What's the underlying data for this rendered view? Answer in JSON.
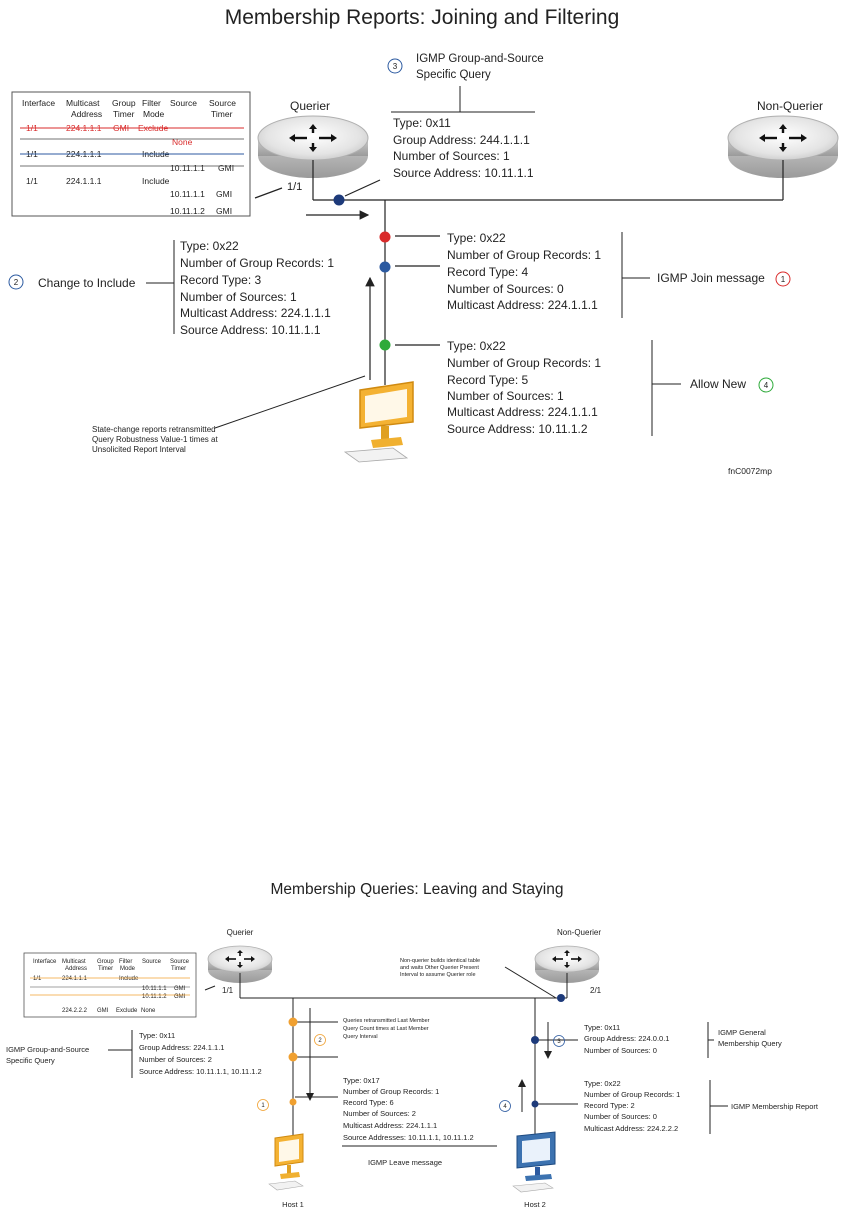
{
  "top": {
    "title": "Membership Reports: Joining and Filtering",
    "figure_id": "fnC0072mp",
    "querier_label": "Querier",
    "nonquerier_label": "Non-Querier",
    "port_label": "1/1",
    "table": {
      "headers": [
        [
          "Interface",
          ""
        ],
        [
          "Multicast",
          "Address"
        ],
        [
          "Group",
          "Timer"
        ],
        [
          "Filter",
          "Mode"
        ],
        [
          "Source",
          ""
        ],
        [
          "Source",
          "Timer"
        ]
      ],
      "row1": {
        "iface": "1/1",
        "addr": "224.1.1.1",
        "timer": "GMI",
        "mode": "Exclude",
        "source": "None"
      },
      "row2": {
        "iface": "1/1",
        "addr": "224.1.1.1",
        "mode": "Include",
        "source": "10.11.1.1",
        "stimer": "GMI"
      },
      "row3": {
        "iface": "1/1",
        "addr": "224.1.1.1",
        "mode": "Include",
        "source1": "10.11.1.1",
        "stimer1": "GMI",
        "source2": "10.11.1.2",
        "stimer2": "GMI"
      }
    },
    "query3": {
      "num": "3",
      "title_l1": "IGMP Group-and-Source",
      "title_l2": "Specific Query",
      "lines": [
        "Type: 0x11",
        "Group Address: 244.1.1.1",
        "Number of Sources: 1",
        "Source Address: 10.11.1.1"
      ]
    },
    "change2": {
      "num": "2",
      "label": "Change to Include",
      "lines": [
        "Type: 0x22",
        "Number of Group Records: 1",
        "Record Type: 3",
        "Number of Sources: 1",
        "Multicast Address:  224.1.1.1",
        "Source Address: 10.11.1.1"
      ]
    },
    "join1": {
      "num": "1",
      "label": "IGMP Join message",
      "lines": [
        "Type: 0x22",
        "Number of Group Records: 1",
        "Record Type: 4",
        "Number of Sources: 0",
        "Multicast Address:  224.1.1.1"
      ]
    },
    "allow4": {
      "num": "4",
      "label": "Allow New",
      "lines": [
        "Type: 0x22",
        "Number of Group Records: 1",
        "Record Type: 5",
        "Number of Sources: 1",
        "Multicast Address:  224.1.1.1",
        "Source Address: 10.11.1.2"
      ]
    },
    "note": [
      "State-change reports retransmitted",
      "Query Robustness Value-1 times at",
      "Unsolicited Report Interval"
    ]
  },
  "bottom": {
    "title": "Membership Queries: Leaving and Staying",
    "querier_label": "Querier",
    "nonquerier_label": "Non-Querier",
    "port_q": "1/1",
    "port_nq": "2/1",
    "host1": "Host 1",
    "host2": "Host 2",
    "table": {
      "headers": [
        [
          "Interface",
          ""
        ],
        [
          "Multicast",
          "Address"
        ],
        [
          "Group",
          "Timer"
        ],
        [
          "Filter",
          "Mode"
        ],
        [
          "Source",
          ""
        ],
        [
          "Source",
          "Timer"
        ]
      ],
      "row1": {
        "iface": "1/1",
        "addr": "224.1.1.1",
        "mode": "Include",
        "sources": "10.11.1.1",
        "stimer": "GMI"
      },
      "row1b": {
        "sources": "10.11.1.2",
        "stimer": "GMI"
      },
      "row2": {
        "addr": "224.2.2.2",
        "timer": "GMI",
        "mode": "Exclude",
        "source": "None"
      }
    },
    "nq_note": [
      "Non-querier builds identical table",
      "and waits Other Querier Present",
      "Interval to assume Querier role"
    ],
    "retrans_note": [
      "Queries retransmitted Last Member",
      "Query Count times at Last Member",
      "Query Interval"
    ],
    "gsq": {
      "label_l1": "IGMP Group-and-Source",
      "label_l2": "Specific Query",
      "num": "2",
      "lines": [
        "Type: 0x11",
        "Group Address: 224.1.1.1",
        "Number of Sources: 2",
        "Source Address: 10.11.1.1, 10.11.1.2"
      ]
    },
    "leave": {
      "num": "1",
      "label": "IGMP Leave message",
      "lines": [
        "Type: 0x17",
        "Number of Group Records: 1",
        "Record Type: 6",
        "Number of Sources: 2",
        "Multicast Address:  224.1.1.1",
        "Source Addresses: 10.11.1.1, 10.11.1.2"
      ]
    },
    "general": {
      "num": "3",
      "label_l1": "IGMP General",
      "label_l2": "Membership Query",
      "lines": [
        "Type: 0x11",
        "Group Address: 224.0.0.1",
        "Number of Sources: 0"
      ]
    },
    "report": {
      "num": "4",
      "label": "IGMP Membership Report",
      "lines": [
        "Type: 0x22",
        "Number of Group Records: 1",
        "Record Type: 2",
        "Number of Sources: 0",
        "Multicast Address:  224.2.2.2"
      ]
    }
  },
  "colors": {
    "red": "#d92b2b",
    "blue": "#2c5aa0",
    "green": "#2eaa3a",
    "orange": "#f0a030",
    "navy": "#1d3a7a"
  },
  "icons": [
    "router-icon",
    "computer-icon",
    "arrow-icon"
  ]
}
